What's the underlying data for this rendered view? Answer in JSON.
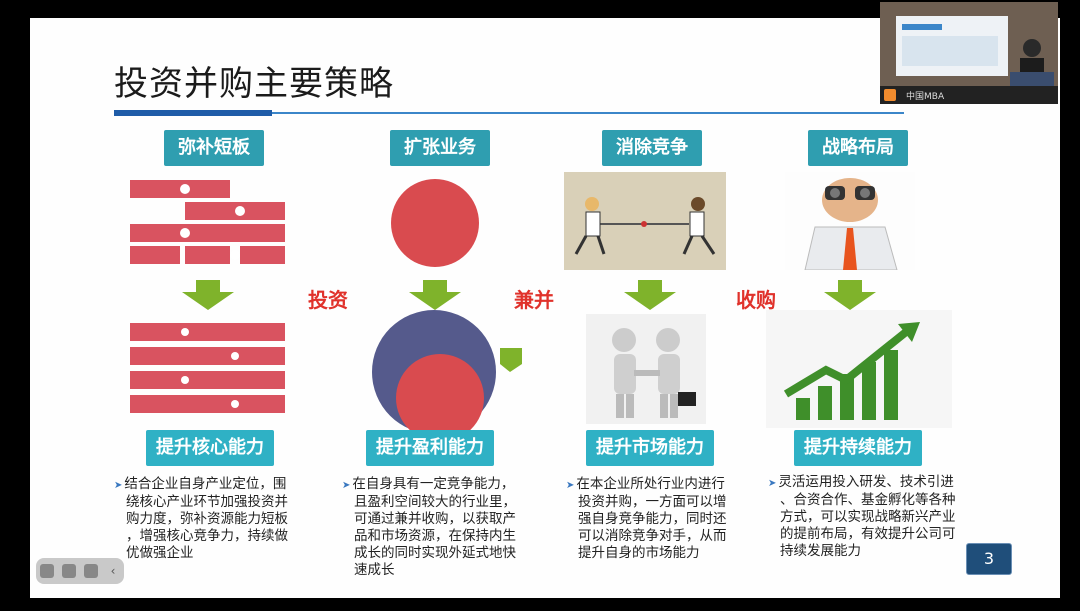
{
  "slide": {
    "title": "投资并购主要策略",
    "page_number": "3",
    "columns": [
      {
        "label": "弥补短板",
        "result": "提升核心能力",
        "desc": [
          "结合企业自身产业定位，围",
          "绕核心产业环节加强投资并",
          "购力度，弥补资源能力短板",
          "，增强核心竞争力，持续做",
          "优做强企业"
        ]
      },
      {
        "label": "扩张业务",
        "result": "提升盈利能力",
        "desc": [
          "在自身具有一定竞争能力，",
          "且盈利空间较大的行业里，",
          "可通过兼并收购，以获取产",
          "品和市场资源，在保持内生",
          "成长的同时实现外延式地快",
          "速成长"
        ]
      },
      {
        "label": "消除竞争",
        "result": "提升市场能力",
        "desc": [
          "在本企业所处行业内进行",
          "投资并购，一方面可以增",
          "强自身竞争能力，同时还",
          "可以消除竞争对手，从而",
          "提升自身的市场能力"
        ]
      },
      {
        "label": "战略布局",
        "result": "提升持续能力",
        "desc": [
          "灵活运用投入研发、技术引进",
          "、合资合作、基金孵化等各种",
          "方式，可以实现战略新兴产业",
          "的提前布局，有效提升公司可",
          "持续发展能力"
        ]
      }
    ],
    "between_words": [
      "投资",
      "兼并",
      "收购"
    ]
  },
  "video_overlay": {
    "caption": "中国MBA"
  }
}
